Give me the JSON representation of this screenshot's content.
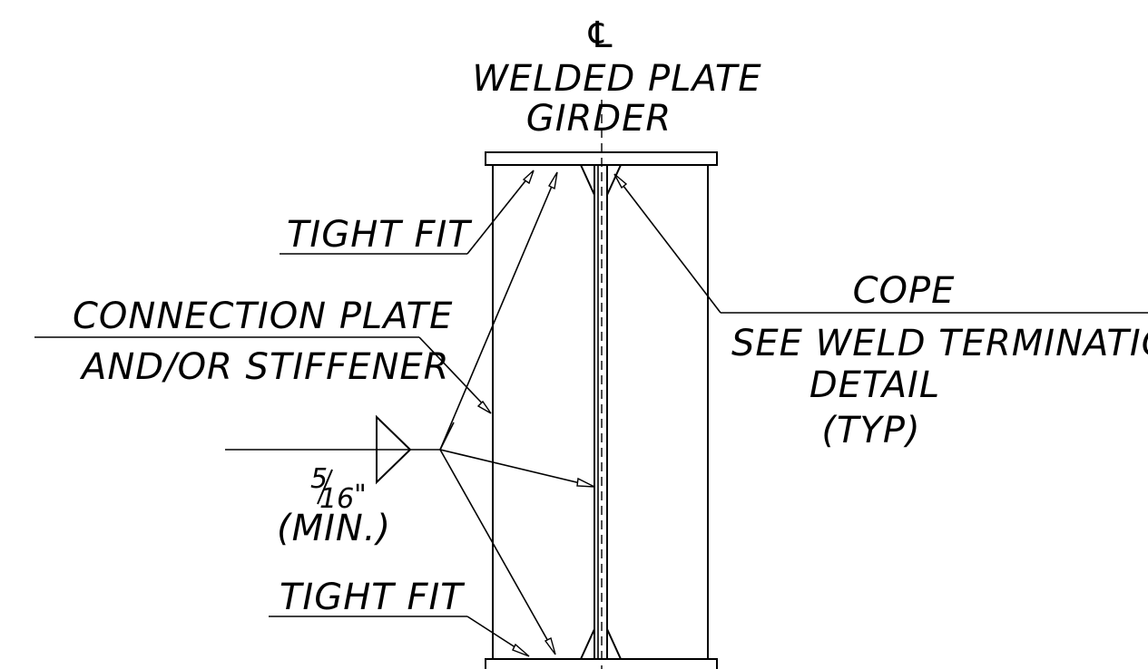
{
  "centerline": {
    "symbol": "℄",
    "title_line1": "WELDED PLATE",
    "title_line2": "GIRDER"
  },
  "labels": {
    "tight_fit_top": "TIGHT FIT",
    "tight_fit_bottom": "TIGHT FIT",
    "connection_line1": "CONNECTION PLATE",
    "connection_line2": "AND/OR STIFFENER",
    "cope": "COPE",
    "see_weld": "SEE WELD TERMINATION",
    "detail": "DETAIL",
    "typ": "(TYP)",
    "weld_num": "5",
    "weld_den": "16",
    "weld_inch": "\"",
    "weld_min": "(MIN.)"
  }
}
